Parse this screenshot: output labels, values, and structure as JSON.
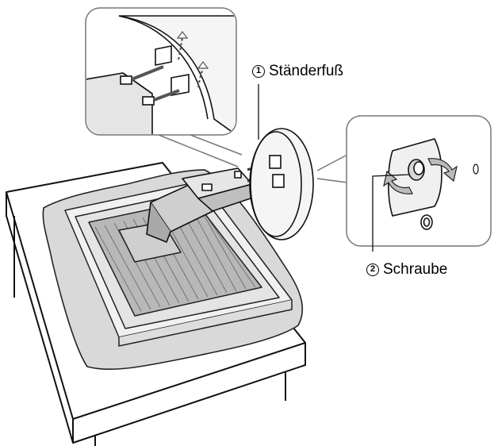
{
  "callouts": [
    {
      "number": "1",
      "label": "Ständerfuß"
    },
    {
      "number": "2",
      "label": "Schraube"
    }
  ]
}
